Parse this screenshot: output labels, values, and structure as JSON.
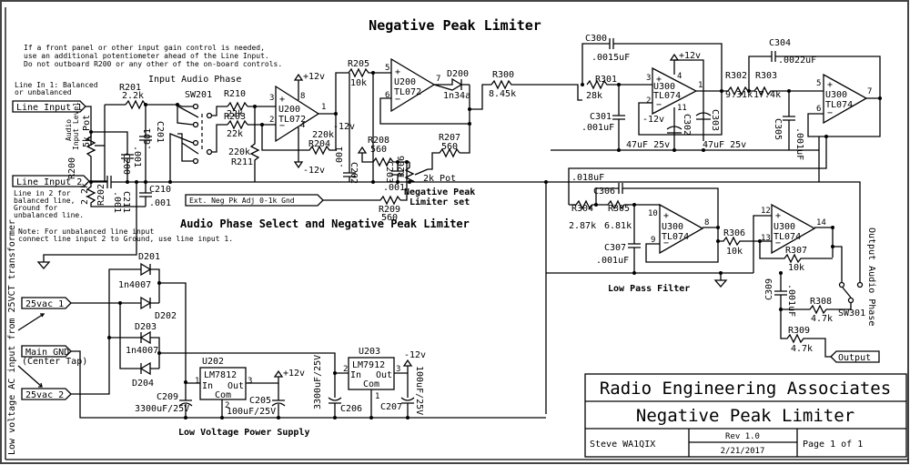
{
  "title": "Negative Peak Limiter",
  "note_top": [
    "If a front panel or other input gain control is needed,",
    "use an additional potentiometer ahead of the Line Input.",
    "Do not outboard R200 or any other of the on-board controls."
  ],
  "sections": {
    "input_phase": "Input Audio Phase",
    "phase_limiter": "Audio Phase Select and Negative Peak Limiter",
    "lpf": "Low Pass Filter",
    "psu": "Low Voltage Power Supply",
    "neg_peak_set": [
      "Negative Peak",
      "Limiter set"
    ],
    "output_phase": "Output Audio Phase",
    "ac_input": "Low voltage AC input from 25VCT transformer"
  },
  "notes": {
    "line_in_1": [
      "Line In 1: Balanced",
      "or unbalanced"
    ],
    "line_in_2": [
      "Line in 2 for",
      "balanced line,",
      "Ground for",
      "unbalanced line."
    ],
    "unbalanced": [
      "Note: For unbalanced line input",
      "connect line input 2 to Ground, use line input 1."
    ],
    "audio_input_level": [
      "Audio",
      "Input Level"
    ]
  },
  "connectors": {
    "line_input_1": "Line Input 1",
    "line_input_2": "Line Input 2",
    "ext_adj": "Ext. Neg Pk Adj 0-1k Gnd",
    "vac1": "25vac 1",
    "vac2": "25vac 2",
    "main_gnd": "Main GND",
    "center_tap": "(Center Tap)",
    "output": "Output"
  },
  "components": {
    "R201": {
      "ref": "R201",
      "val": "2.2k"
    },
    "R200": {
      "ref": "R200",
      "val": "5k Pot"
    },
    "R202": {
      "ref": "R202",
      "val": "2.2k"
    },
    "C200": {
      "ref": "C200",
      "val": ".001"
    },
    "C201": {
      "ref": "C201",
      "val": ".001"
    },
    "C211": {
      "ref": "C211",
      "val": ".001"
    },
    "C210": {
      "ref": "C210",
      "val": ".001"
    },
    "SW201": {
      "ref": "SW201"
    },
    "R210": {
      "ref": "R210",
      "val": "22k"
    },
    "R203": {
      "ref": "R203",
      "val": "22k"
    },
    "R211": {
      "ref": "R211",
      "val": "220k"
    },
    "R204": {
      "ref": "R204",
      "val": "220k"
    },
    "U200A": {
      "ref": "U200",
      "part": "TL072",
      "pins": [
        "3",
        "2",
        "1",
        "8",
        "4"
      ]
    },
    "U200B": {
      "ref": "U200",
      "part": "TL072",
      "pins": [
        "5",
        "6",
        "7"
      ]
    },
    "R205": {
      "ref": "R205",
      "val": "10k"
    },
    "C202": {
      "ref": "C202",
      "val": ".001"
    },
    "D200": {
      "ref": "D200",
      "val": "1n34a"
    },
    "R208": {
      "ref": "R208",
      "val": "560"
    },
    "C203": {
      "ref": "C203",
      "val": ".001"
    },
    "R206": {
      "ref": "R206",
      "val": "2k Pot"
    },
    "R207": {
      "ref": "R207",
      "val": "560"
    },
    "R209": {
      "ref": "R209",
      "val": "560"
    },
    "R300": {
      "ref": "R300",
      "val": "8.45k"
    },
    "C300": {
      "ref": "C300",
      "val": ".0015uF"
    },
    "R301": {
      "ref": "R301",
      "val": "28k"
    },
    "C301": {
      "ref": "C301",
      "val": ".001uF"
    },
    "U300A": {
      "ref": "U300",
      "part": "TL074",
      "pins": [
        "3",
        "2",
        "1",
        "4",
        "11"
      ]
    },
    "C302": {
      "ref": "C302",
      "val": "47uF 25v"
    },
    "C303": {
      "ref": "C303",
      "val": "47uF 25v"
    },
    "C304": {
      "ref": "C304",
      "val": ".0022uF"
    },
    "R302": {
      "ref": "R302",
      "val": "9.31k"
    },
    "R303": {
      "ref": "R303",
      "val": "17.4k"
    },
    "C305": {
      "ref": "C305",
      "val": ".001uF"
    },
    "U300B": {
      "ref": "U300",
      "part": "TL074",
      "pins": [
        "5",
        "6",
        "7"
      ]
    },
    "C306": {
      "ref": "C306",
      "val": ".018uF"
    },
    "R304": {
      "ref": "R304",
      "val": "2.87k"
    },
    "R305": {
      "ref": "R305",
      "val": "6.81k"
    },
    "C307": {
      "ref": "C307",
      "val": ".001uF"
    },
    "U300C": {
      "ref": "U300",
      "part": "TL074",
      "pins": [
        "10",
        "9",
        "8"
      ]
    },
    "R306": {
      "ref": "R306",
      "val": "10k"
    },
    "U300D": {
      "ref": "U300",
      "part": "TL074",
      "pins": [
        "12",
        "13",
        "14"
      ]
    },
    "R307": {
      "ref": "R307",
      "val": "10k"
    },
    "C309": {
      "ref": "C309",
      "val": ".001uF"
    },
    "R308": {
      "ref": "R308",
      "val": "4.7k"
    },
    "R309": {
      "ref": "R309",
      "val": "4.7k"
    },
    "SW301": {
      "ref": "SW301"
    },
    "D201": {
      "ref": "D201",
      "val": "1n4007"
    },
    "D202": {
      "ref": "D202"
    },
    "D203": {
      "ref": "D203",
      "val": "1n4007"
    },
    "D204": {
      "ref": "D204"
    },
    "C209": {
      "ref": "C209",
      "val": "3300uF/25V"
    },
    "U202": {
      "ref": "U202",
      "part": "LM7812",
      "in": "In",
      "out": "Out",
      "com": "Com",
      "pins": [
        "1",
        "3",
        "2"
      ]
    },
    "C205": {
      "ref": "C205",
      "val": "100uF/25V"
    },
    "C206": {
      "ref": "C206",
      "val": "3300uF/25V"
    },
    "U203": {
      "ref": "U203",
      "part": "LM7912",
      "in": "In",
      "out": "Out",
      "com": "Com",
      "pins": [
        "2",
        "3",
        "1"
      ]
    },
    "C207": {
      "ref": "C207",
      "val": "100uF/25V"
    }
  },
  "rails": {
    "pos": "+12v",
    "neg": "-12v"
  },
  "title_block": {
    "company": "Radio Engineering Associates",
    "title": "Negative Peak Limiter",
    "author": "Steve WA1QIX",
    "rev": "Rev 1.0",
    "date": "2/21/2017",
    "page": "Page 1 of 1"
  }
}
